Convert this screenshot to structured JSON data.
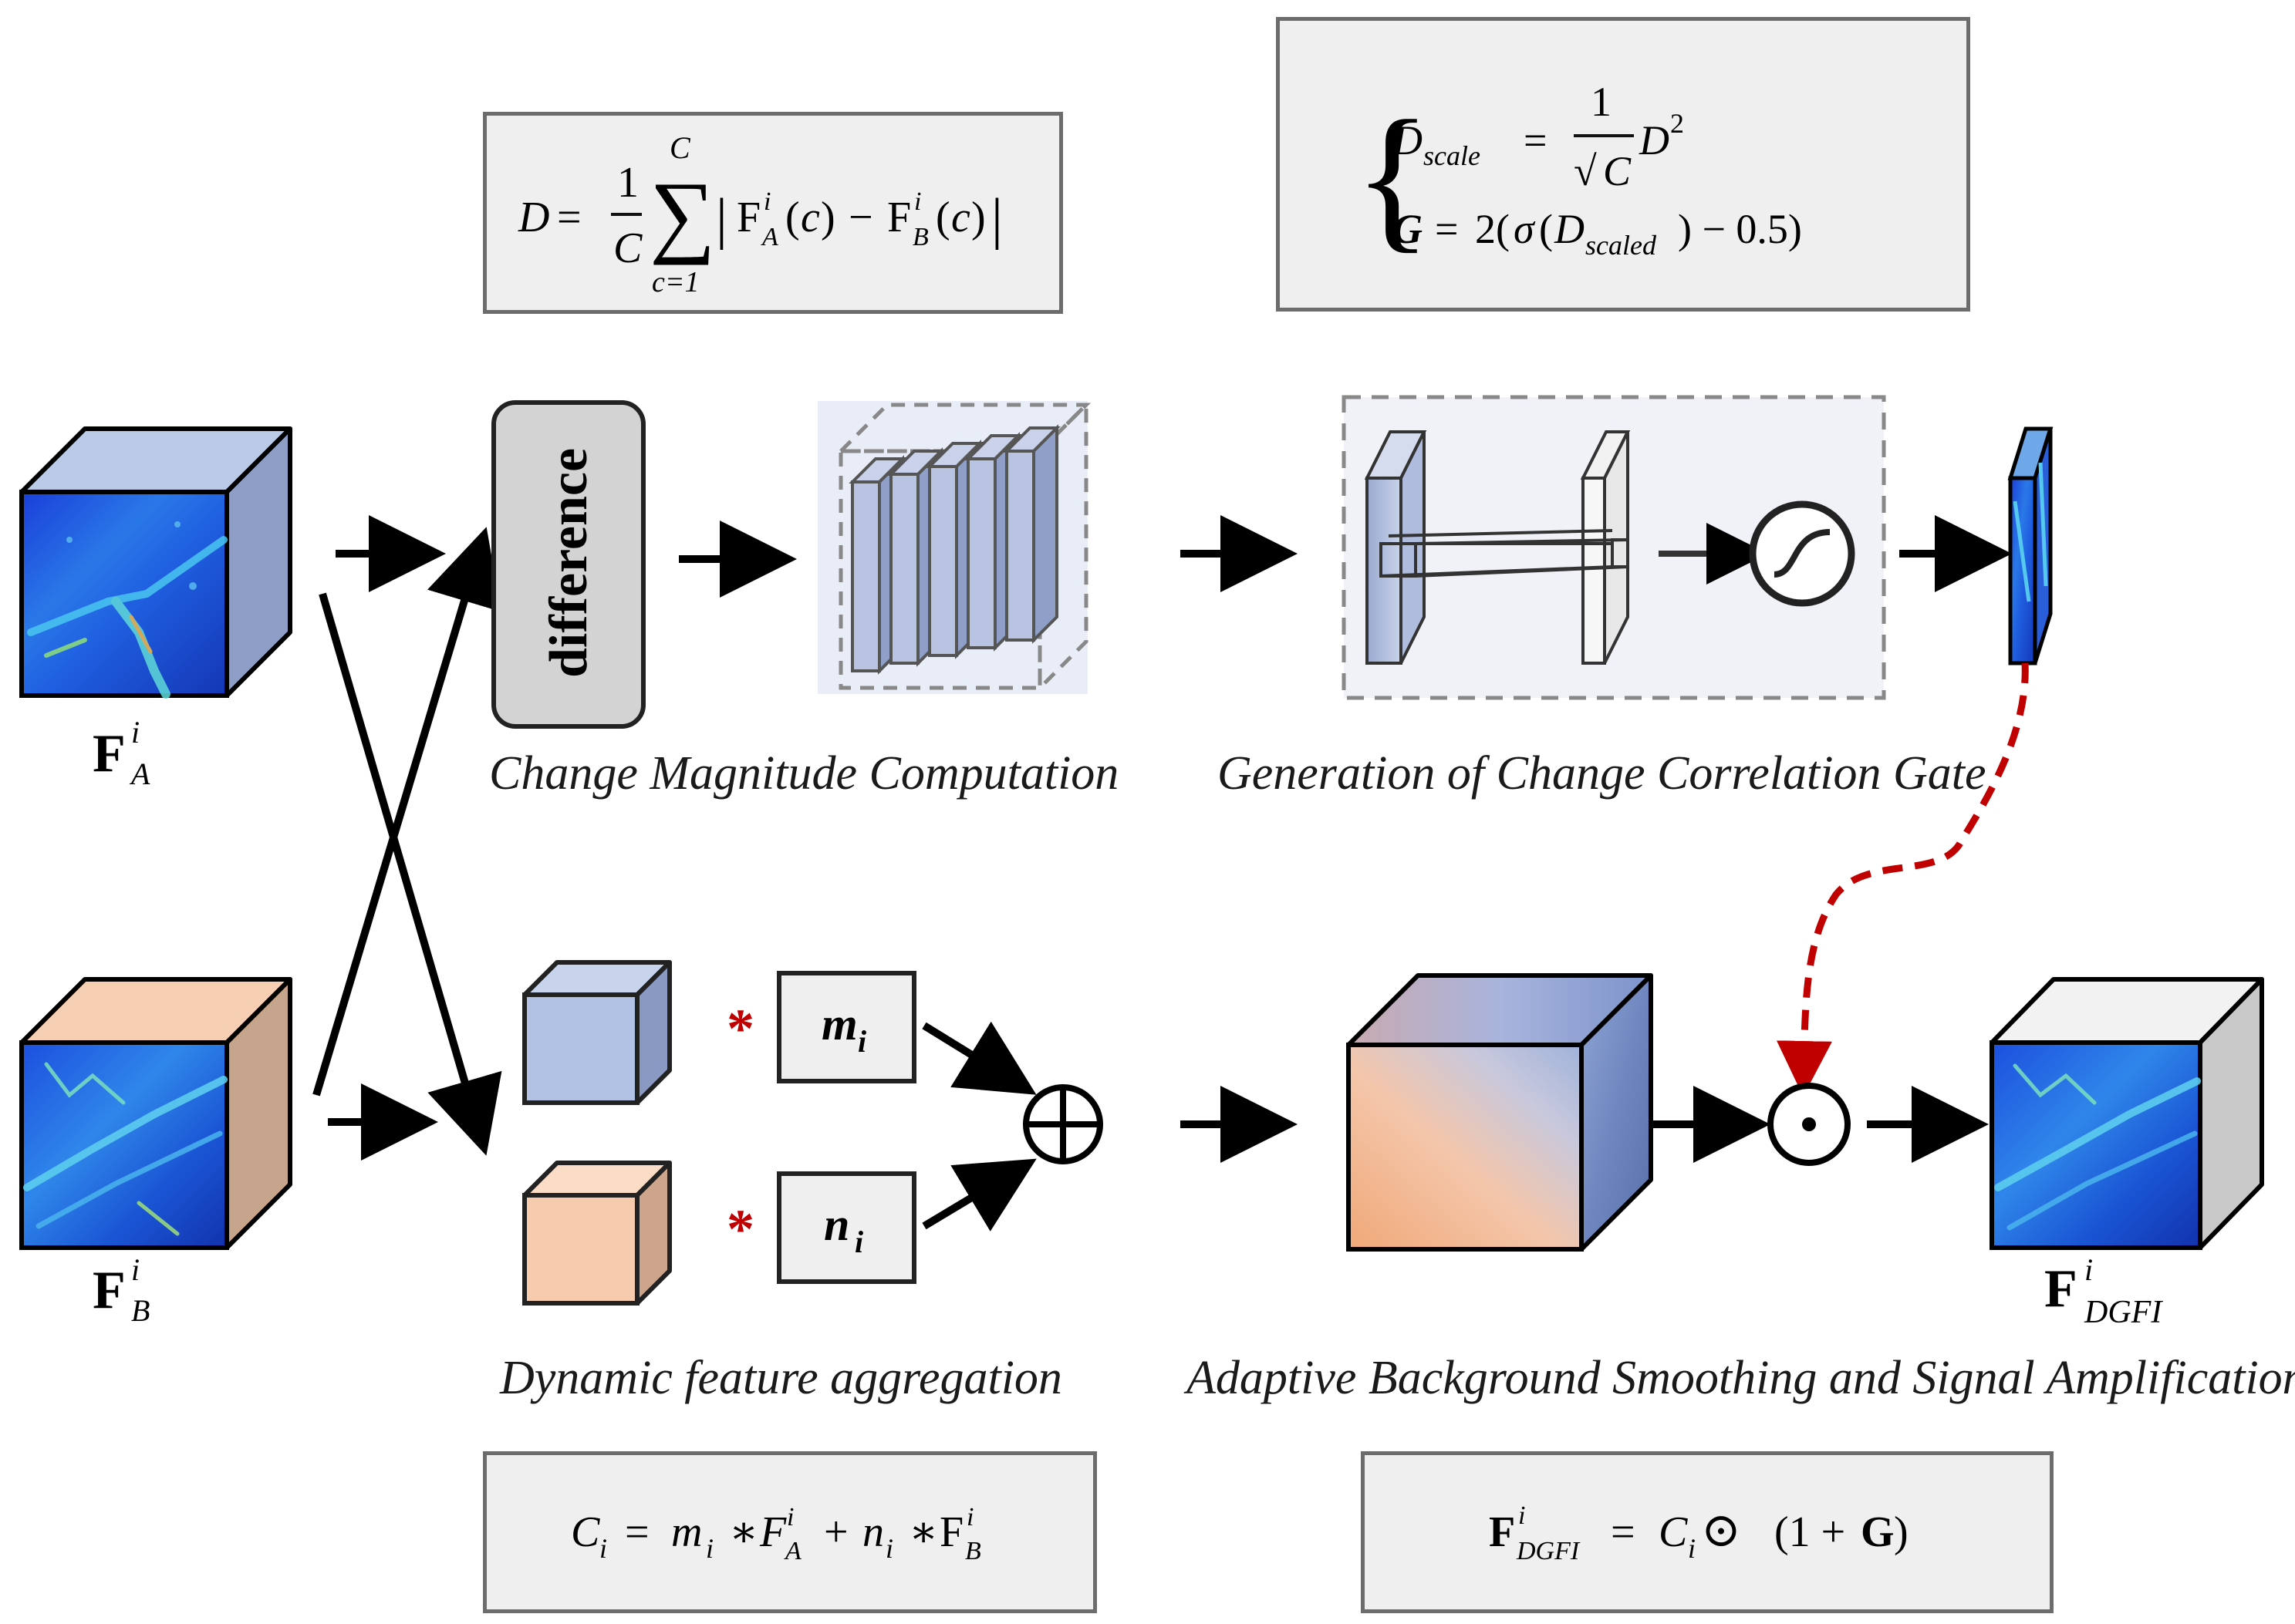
{
  "inputs": {
    "fa": {
      "base": "F",
      "sup": "i",
      "sub": "A"
    },
    "fb": {
      "base": "F",
      "sup": "i",
      "sub": "B"
    }
  },
  "output": {
    "base": "F",
    "sup": "i",
    "sub": "DGFI"
  },
  "difference_label": "difference",
  "captions": {
    "change_magnitude": "Change Magnitude Computation",
    "correlation_gate": "Generation of Change Correlation Gate",
    "dynamic_aggregation": "Dynamic feature aggregation",
    "adaptive_smoothing": "Adaptive Background Smoothing and Signal Amplification"
  },
  "weights": {
    "m": "m",
    "m_sub": "i",
    "n": "n",
    "n_sub": "i",
    "mult_symbol": "*"
  },
  "operators": {
    "add": "⊕",
    "hadamard": "⊙"
  },
  "equations": {
    "diff": "D = (1/C) Σ_{c=1}^{C} |F_A^i(c) − F_B^i(c)|",
    "gate": "D_scale = (1/√C) D²; G = 2(σ(D_scaled) − 0.5)",
    "agg": "C_i = m_i * F_A^i + n_i * F_B^i",
    "out": "F_DGFI^i = C_i ⊙ (1 + G)"
  },
  "colors": {
    "feature_a": "#b9c9e6",
    "feature_b": "#f6cfb3",
    "gate_arrow": "#c00000",
    "box_fill": "#efefef",
    "box_border": "#6c6c6c"
  }
}
